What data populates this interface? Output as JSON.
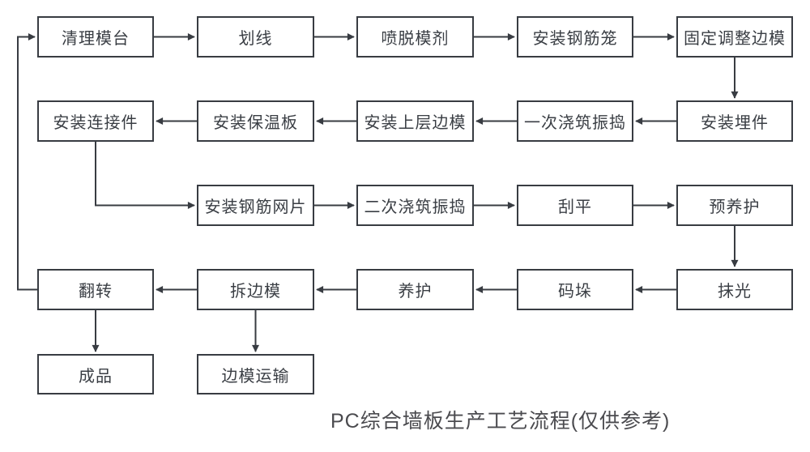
{
  "diagram": {
    "title": "PC综合墙板生产工艺流程(仅供参考)",
    "type": "flowchart",
    "colors": {
      "background": "#ffffff",
      "box_border": "#383c42",
      "box_fill": "#ffffff",
      "box_text": "#3a3e44",
      "connector": "#383c42",
      "title_text": "#4b4b4f"
    },
    "nodes": [
      {
        "id": "clean-mold-table",
        "label": "清理模台"
      },
      {
        "id": "scribing",
        "label": "划线"
      },
      {
        "id": "spray-release-agent",
        "label": "喷脱模剂"
      },
      {
        "id": "install-rebar-cage",
        "label": "安装钢筋笼"
      },
      {
        "id": "fix-adjust-side-molds",
        "label": "固定调整边模"
      },
      {
        "id": "install-embedded-parts",
        "label": "安装埋件"
      },
      {
        "id": "first-pour-vibrate",
        "label": "一次浇筑振捣"
      },
      {
        "id": "install-upper-side-molds",
        "label": "安装上层边模"
      },
      {
        "id": "install-insulation-board",
        "label": "安装保温板"
      },
      {
        "id": "install-connectors",
        "label": "安装连接件"
      },
      {
        "id": "install-rebar-mesh",
        "label": "安装钢筋网片"
      },
      {
        "id": "second-pour-vibrate",
        "label": "二次浇筑振捣"
      },
      {
        "id": "screeding",
        "label": "刮平"
      },
      {
        "id": "pre-curing",
        "label": "预养护"
      },
      {
        "id": "troweling",
        "label": "抹光"
      },
      {
        "id": "stacking",
        "label": "码垛"
      },
      {
        "id": "curing",
        "label": "养护"
      },
      {
        "id": "remove-side-molds",
        "label": "拆边模"
      },
      {
        "id": "flipping",
        "label": "翻转"
      },
      {
        "id": "finished-product",
        "label": "成品"
      },
      {
        "id": "side-mold-transport",
        "label": "边模运输"
      }
    ],
    "flow_order": "清理模台→划线→喷脱模剂→安装钢筋笼→固定调整边模→安装埋件→一次浇筑振捣→安装上层边模→安装保温板→安装连接件→安装钢筋网片→二次浇筑振捣→刮平→预养护→抹光→码垛→养护→拆边模→翻转→成品; 拆边模→边模运输; 翻转→清理模台"
  }
}
